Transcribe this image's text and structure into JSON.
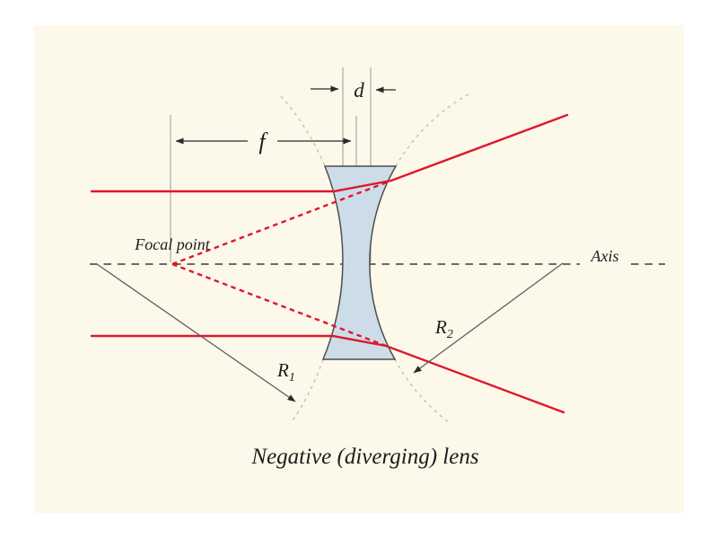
{
  "diagram": {
    "caption": "Negative (diverging) lens",
    "labels": {
      "thickness": "d",
      "focal_length": "f",
      "focal_point": "Focal point",
      "axis": "Axis",
      "radius1_base": "R",
      "radius1_sub": "1",
      "radius2_base": "R",
      "radius2_sub": "2"
    }
  },
  "colors": {
    "page_bg": "#ffffff",
    "panel_bg": "#fcf8ea",
    "ray_red": "#e0162b",
    "lens_fill": "#ccdde9",
    "lens_outline": "#4d4d4d",
    "arc_dash": "#c9bfae",
    "line_dark": "#2a2a2a",
    "guide_gray": "#9a9a9a",
    "radius_line": "#5f5f5f",
    "axis_color": "#3a3a3a",
    "text_color": "#1c1c1c"
  }
}
